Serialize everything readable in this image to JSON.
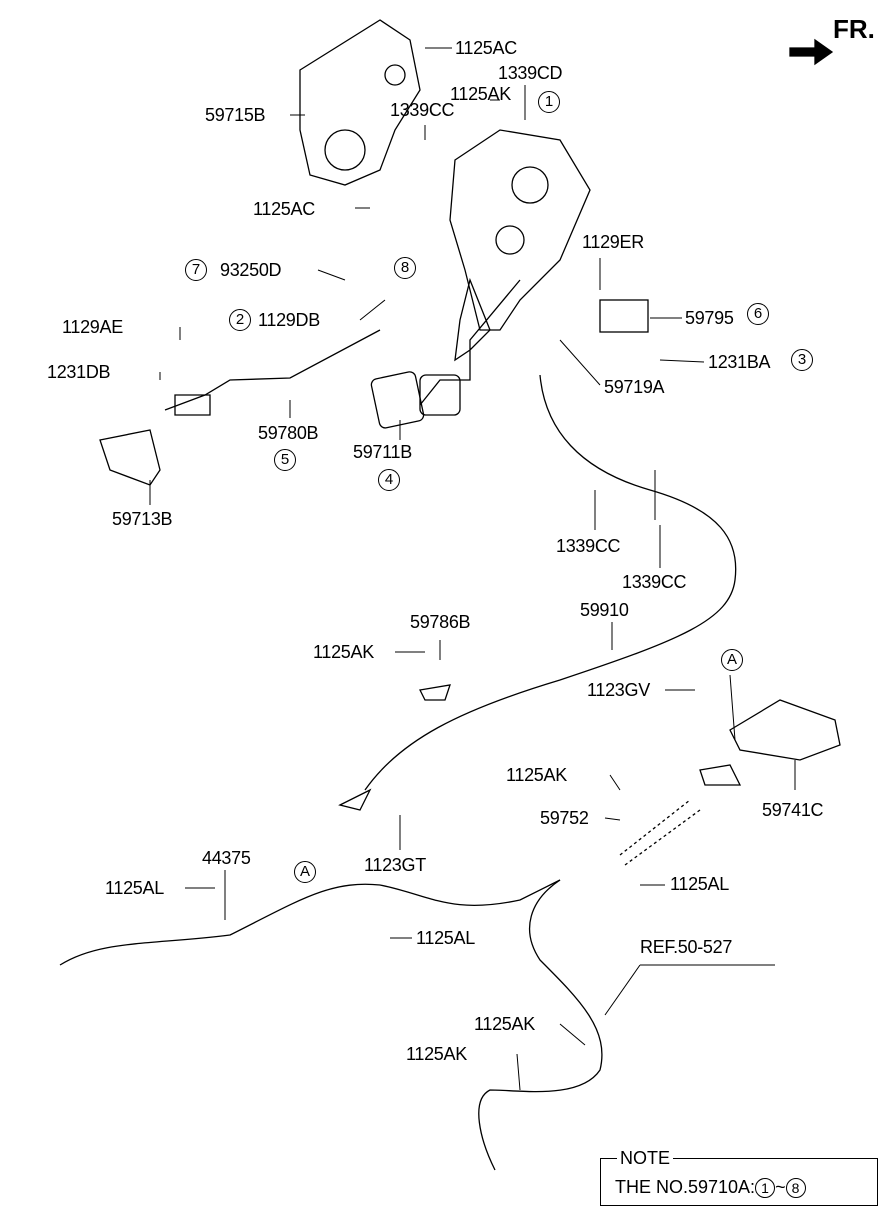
{
  "direction_marker": "FR.",
  "callouts": [
    "1125AC",
    "1339CD",
    "1125AK",
    "59715B",
    "1339CC",
    "1125AC",
    "1129ER",
    "93250D",
    "1129DB",
    "59795",
    "1129AE",
    "1231DB",
    "1231BA",
    "59719A",
    "59780B",
    "59711B",
    "59713B",
    "1339CC",
    "1339CC",
    "59910",
    "59786B",
    "1125AK",
    "1123GV",
    "1125AK",
    "59752",
    "59741C",
    "44375",
    "1123GT",
    "1125AL",
    "1125AL",
    "1125AL",
    "REF.50-527",
    "1125AK",
    "1125AK"
  ],
  "circled": [
    "1",
    "7",
    "8",
    "2",
    "6",
    "3",
    "5",
    "4",
    "A",
    "A"
  ],
  "note": {
    "title": "NOTE",
    "text": "THE NO.59710A:",
    "range_start": "1",
    "range_sep": "~",
    "range_end": "8"
  }
}
